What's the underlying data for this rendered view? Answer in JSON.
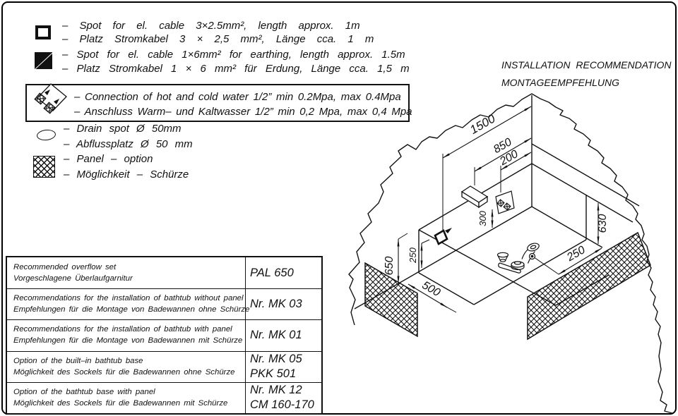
{
  "title": {
    "line1": "INSTALLATION RECOMMENDATION",
    "line2": "MONTAGEEMPFEHLUNG"
  },
  "legend": {
    "cable_spot": {
      "en": "–  Spot for el. cable 3×2.5mm², length approx. 1m",
      "de": "–  Platz Stromkabel 3 × 2,5 mm², Länge cca. 1 m"
    },
    "earthing_spot": {
      "en": "–  Spot for el. cable 1×6mm² for earthing, length approx. 1.5m",
      "de": "–  Platz Stromkabel 1 × 6 mm² für Erdung, Länge cca. 1,5 m"
    },
    "water_connection": {
      "en": "–  Connection of hot and cold water 1/2” min 0.2Mpa, max 0.4Mpa",
      "de": "–  Anschluss Warm– und Kaltwasser 1/2” min 0,2 Mpa, max 0,4 Mpa"
    },
    "drain_spot": {
      "en": "–  Drain spot Ø 50mm",
      "de": "–  Abflussplatz Ø 50 mm"
    },
    "panel_option": {
      "en": "–  Panel – option",
      "de": "–  Möglichkeit – Schürze"
    }
  },
  "table": {
    "rows": [
      {
        "en": "Recommended overflow set",
        "de": "Vorgeschlagene Überlaufgarnitur",
        "v1": "PAL 650",
        "v2": ""
      },
      {
        "en": "Recommendations for the installation of bathtub without panel",
        "de": "Empfehlungen für die Montage von Badewannen ohne Schürze",
        "v1": "Nr. MK 03",
        "v2": ""
      },
      {
        "en": "Recommendations for the installation of bathtub with panel",
        "de": "Empfehlungen für die Montage von Badewannen mit Schürze",
        "v1": "Nr. MK 01",
        "v2": ""
      },
      {
        "en": "Option of the built–in bathtub base",
        "de": "Möglichkeit des Sockels für die Badewannen ohne Schürze",
        "v1": "Nr. MK 05",
        "v2": "PKK 501"
      },
      {
        "en": "Option of the bathtub base with panel",
        "de": "Möglichkeit des Sockels für die Badewannen mit Schürze",
        "v1": "Nr. MK 12",
        "v2": "CM 160-170"
      }
    ]
  },
  "drawing": {
    "dims": {
      "d1500": "1500",
      "d850": "850",
      "d200": "200",
      "d300": "300",
      "d250_left": "250",
      "d650": "650",
      "d500": "500",
      "d630": "630",
      "d250_right": "250"
    }
  }
}
